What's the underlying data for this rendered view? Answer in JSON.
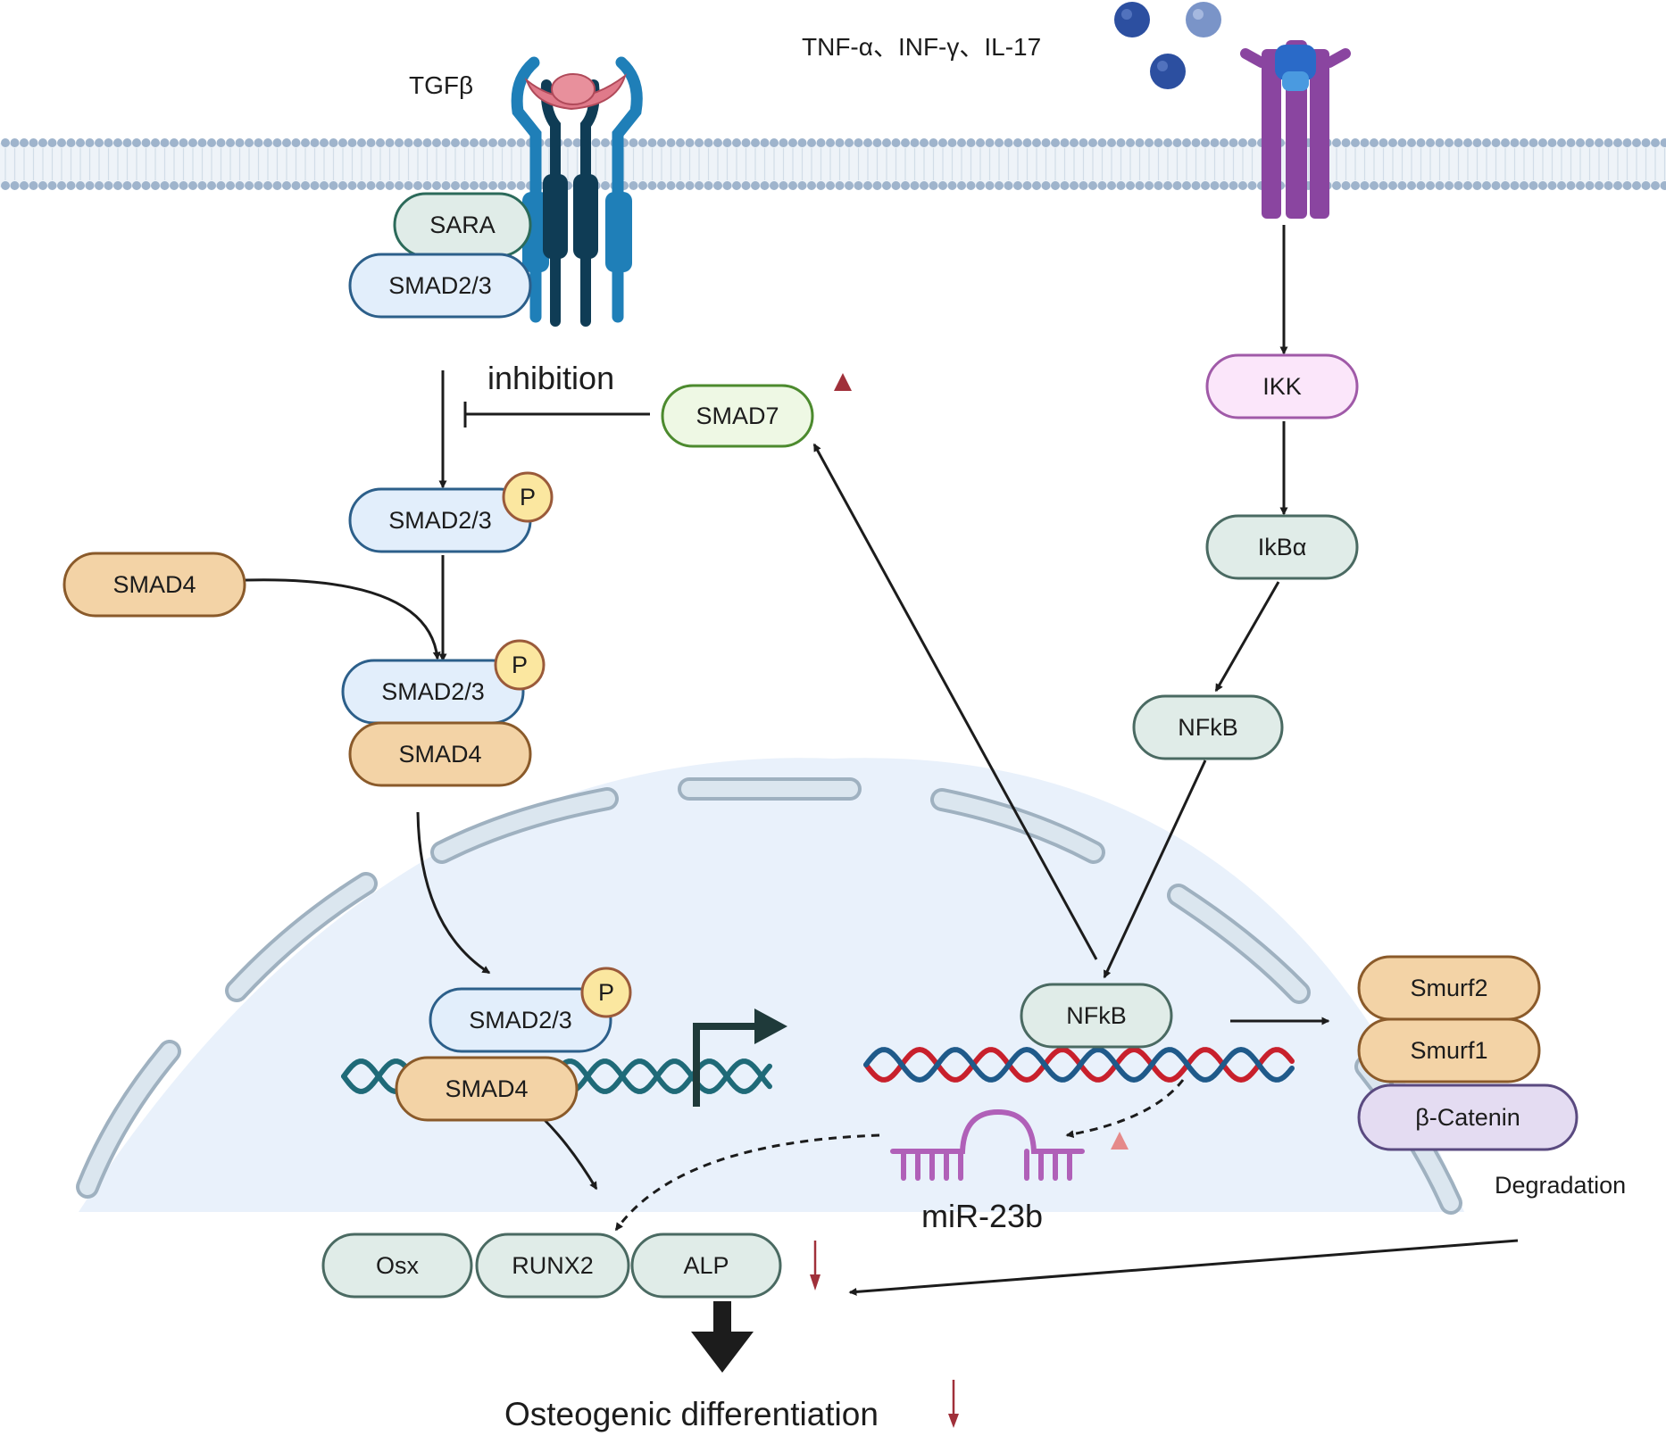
{
  "labels": {
    "tgfb": "TGFβ",
    "cytokines": "TNF-α、INF-γ、IL-17",
    "inhibition": "inhibition",
    "degradation": "Degradation",
    "mir": "miR-23b",
    "osteo": "Osteogenic differentiation",
    "phospho": "P"
  },
  "nodes": {
    "sara": "SARA",
    "smad23_receptor": "SMAD2/3",
    "smad7": "SMAD7",
    "smad23_p": "SMAD2/3",
    "smad4_free": "SMAD4",
    "smad23_complex": "SMAD2/3",
    "smad4_complex": "SMAD4",
    "smad23_nuclear": "SMAD2/3",
    "smad4_nuclear": "SMAD4",
    "ikk": "IKK",
    "ikba": "IkBα",
    "nfkb_cyto": "NFkB",
    "nfkb_nuclear": "NFkB",
    "smurf2": "Smurf2",
    "smurf1": "Smurf1",
    "bcatenin": "β-Catenin",
    "osx": "Osx",
    "runx2": "RUNX2",
    "alp": "ALP"
  },
  "colors": {
    "membrane": "#9fb4cc",
    "nucleus_fill": "#e9f1fb",
    "nuclear_pore": "#b9cad8",
    "blue_fill": "#e2eefb",
    "blue_stroke": "#2c5f8a",
    "tan_fill": "#f3d3a6",
    "tan_stroke": "#8a5a2a",
    "teal_fill": "#e0ece8",
    "teal_stroke": "#4a6a62",
    "green_fill": "#eef8e4",
    "green_stroke": "#4c8a2e",
    "pink_fill": "#fbe6fa",
    "pink_stroke": "#a05aa8",
    "purple_fill": "#e4dcf2",
    "purple_stroke": "#5a4a80",
    "phospho_fill": "#fbe7a0",
    "phospho_stroke": "#9a5a3a",
    "red_arrow": "#a0303a",
    "pink_arrow": "#e58a8a",
    "dna_red": "#c8202c",
    "dna_blue": "#1f5a8a",
    "dna_teal": "#1f6a78",
    "mirna": "#b060b8"
  }
}
